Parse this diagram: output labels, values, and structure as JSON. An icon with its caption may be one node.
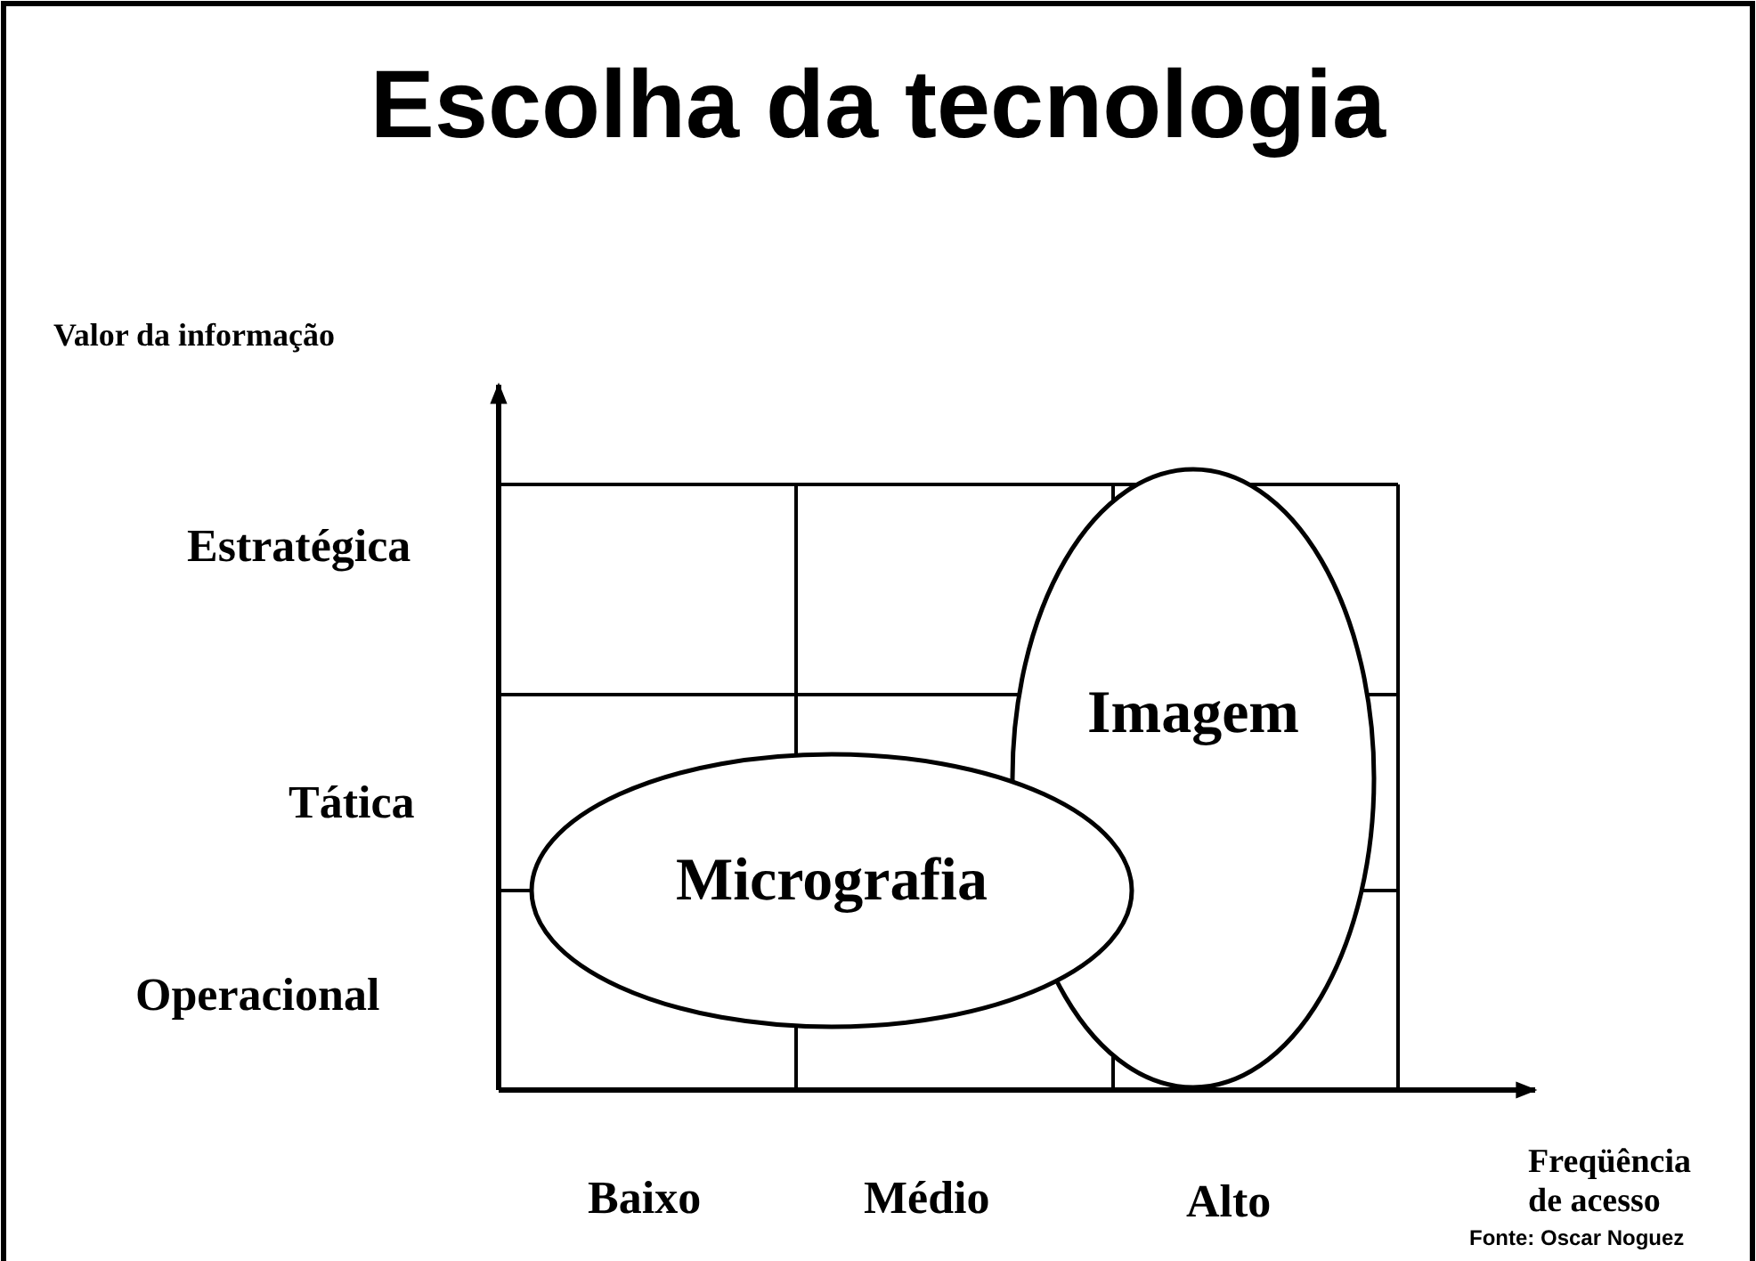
{
  "diagram": {
    "title": "Escolha da tecnologia",
    "nodes": [
      {
        "text": [
          "Imagem"
        ]
      },
      {
        "text": [
          "Micrografia"
        ]
      }
    ],
    "edges": [],
    "labels": [
      "Valor da informação",
      "Estratégica",
      "Tática",
      "Operacional",
      "Baixo",
      "Médio",
      "Alto",
      "Freqüência de acesso",
      "Fonte: Oscar Noguez"
    ]
  }
}
